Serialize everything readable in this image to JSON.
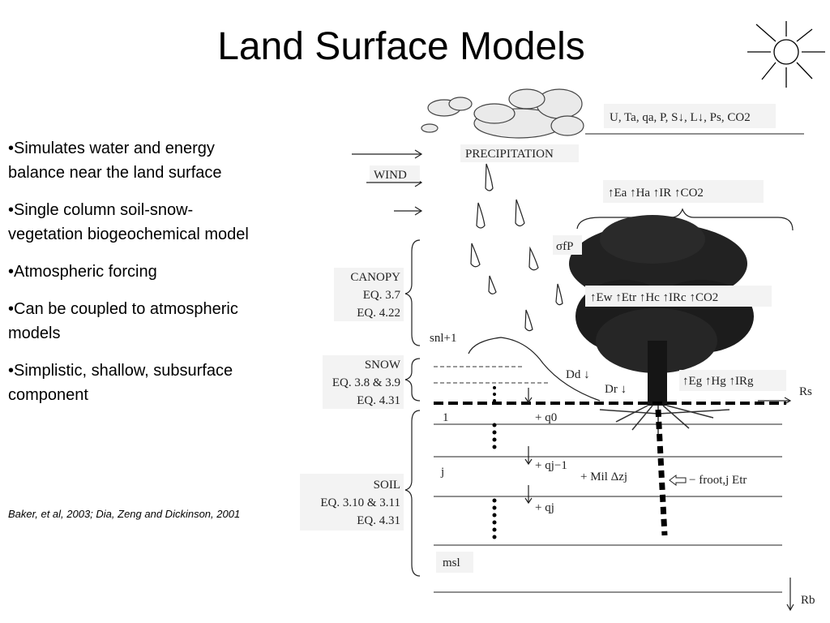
{
  "title": "Land Surface Models",
  "bullets": [
    "•Simulates water and energy balance near the land surface",
    "•Single column soil-snow-vegetation biogeochemical model",
    "•Atmospheric forcing",
    "•Can be coupled to atmospheric models",
    "•Simplistic, shallow, subsurface component"
  ],
  "citation": "Baker, et al, 2003; Dia, Zeng and Dickinson, 2001",
  "diagram": {
    "forcing": "U, Ta, qa, P, S↓, L↓, Ps, CO2",
    "precipitation": "PRECIPITATION",
    "wind": "WIND",
    "atm_fluxes": "↑Ea  ↑Ha  ↑IR  ↑CO2",
    "sigma_p": "σfP",
    "canopy_fluxes": "↑Ew  ↑Etr  ↑Hc  ↑IRc ↑CO2",
    "canopy": {
      "name": "CANOPY",
      "eq1": "EQ. 3.7",
      "eq2": "EQ. 4.22"
    },
    "snl": "snl+1",
    "snow": {
      "name": "SNOW",
      "eq1": "EQ. 3.8 & 3.9",
      "eq2": "EQ. 4.31"
    },
    "dd": "Dd ↓",
    "dr": "Dr ↓",
    "ground_fluxes": "↑Eg  ↑Hg  ↑IRg",
    "rs": "Rs",
    "layer_1": "1",
    "q0": "+ q0",
    "layer_j": "j",
    "qj1": "+ qj−1",
    "mass": "+ Mil Δzj",
    "root": "− froot,j Etr",
    "qj": "+ qj",
    "soil": {
      "name": "SOIL",
      "eq1": "EQ. 3.10 & 3.11",
      "eq2": "EQ. 4.31"
    },
    "msl": "msl",
    "rb": "Rb"
  }
}
